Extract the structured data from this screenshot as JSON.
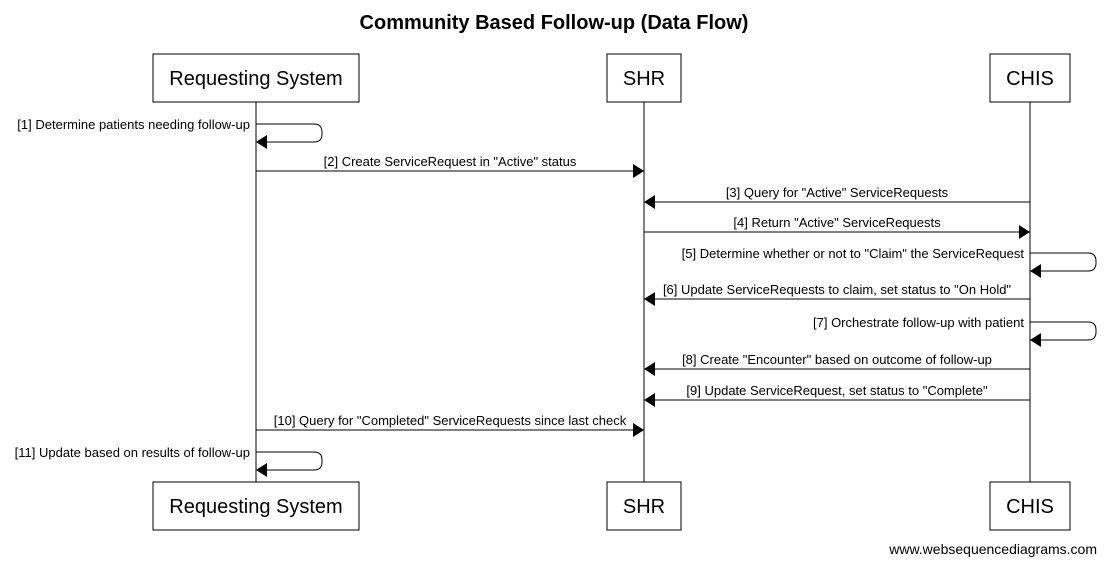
{
  "diagram": {
    "title": "Community Based Follow-up (Data Flow)",
    "participants": [
      {
        "id": "req",
        "label": "Requesting System"
      },
      {
        "id": "shr",
        "label": "SHR"
      },
      {
        "id": "chis",
        "label": "CHIS"
      }
    ],
    "messages": [
      {
        "from": "req",
        "to": "req",
        "label": "[1] Determine patients needing follow-up"
      },
      {
        "from": "req",
        "to": "shr",
        "label": "[2] Create ServiceRequest in \"Active\" status"
      },
      {
        "from": "chis",
        "to": "shr",
        "label": "[3] Query for \"Active\" ServiceRequests"
      },
      {
        "from": "shr",
        "to": "chis",
        "label": "[4] Return \"Active\" ServiceRequests"
      },
      {
        "from": "chis",
        "to": "chis",
        "label": "[5] Determine whether or not to \"Claim\" the ServiceRequest"
      },
      {
        "from": "chis",
        "to": "shr",
        "label": "[6] Update ServiceRequests to claim, set status to \"On Hold\""
      },
      {
        "from": "chis",
        "to": "chis",
        "label": "[7] Orchestrate follow-up with patient"
      },
      {
        "from": "chis",
        "to": "shr",
        "label": "[8] Create \"Encounter\" based on outcome of follow-up"
      },
      {
        "from": "chis",
        "to": "shr",
        "label": "[9] Update ServiceRequest, set status to \"Complete\""
      },
      {
        "from": "req",
        "to": "shr",
        "label": "[10] Query for \"Completed\" ServiceRequests since last check"
      },
      {
        "from": "req",
        "to": "req",
        "label": "[11] Update based on results of follow-up"
      }
    ]
  },
  "footer": {
    "watermark": "www.websequencediagrams.com"
  }
}
